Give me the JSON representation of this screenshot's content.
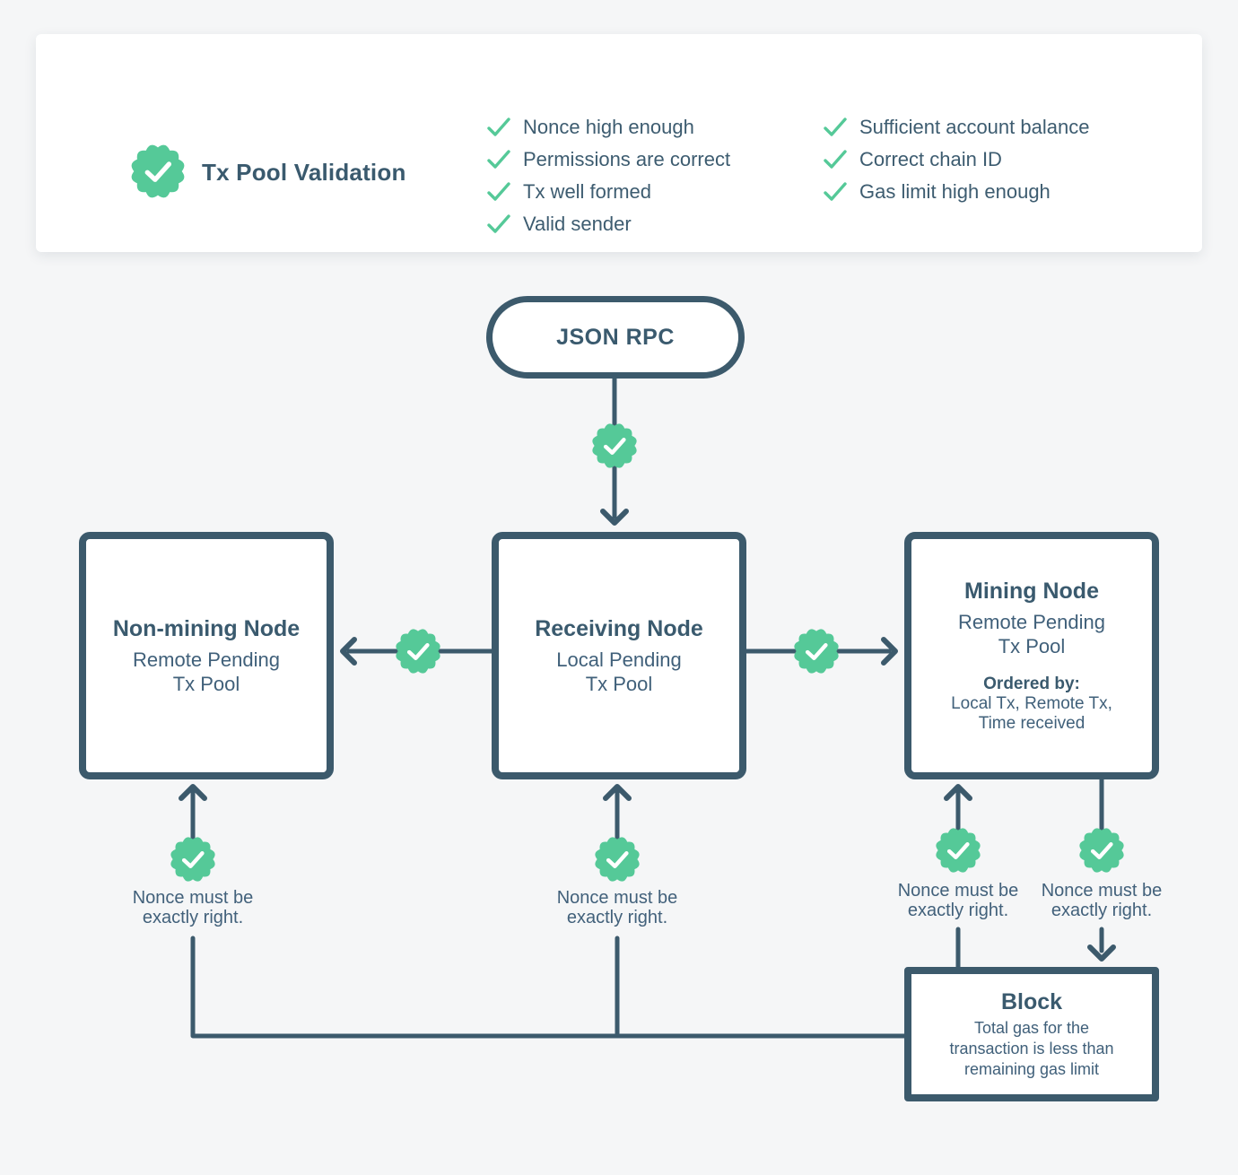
{
  "colors": {
    "green": "#55c998",
    "slate": "#3c5a6c",
    "background": "#f5f6f7",
    "card": "#ffffff"
  },
  "validation_card": {
    "title": "Tx Pool Validation",
    "badge_icon": "seal-check-icon",
    "checks_col1": [
      "Nonce high enough",
      "Permissions are correct",
      "Tx well formed",
      "Valid sender"
    ],
    "checks_col2": [
      "Sufficient account balance",
      "Correct chain ID",
      "Gas limit high enough"
    ]
  },
  "flow": {
    "json_rpc_label": "JSON RPC",
    "nodes": {
      "non_mining": {
        "title": "Non-mining Node",
        "subtitle": "Remote Pending\nTx Pool"
      },
      "receiving": {
        "title": "Receiving Node",
        "subtitle": "Local Pending\nTx Pool"
      },
      "mining": {
        "title": "Mining Node",
        "subtitle": "Remote Pending\nTx Pool",
        "ordered_by_label": "Ordered by:",
        "ordered_by_body": "Local Tx, Remote Tx,\nTime received"
      },
      "block": {
        "title": "Block",
        "body": "Total gas for the\ntransaction is less than\nremaining gas limit"
      }
    },
    "captions": {
      "non_mining": "Nonce must be\nexactly right.",
      "receiving": "Nonce must be\nexactly right.",
      "mining_in": "Nonce must be\nexactly right.",
      "mining_out": "Nonce must be\nexactly right."
    }
  }
}
